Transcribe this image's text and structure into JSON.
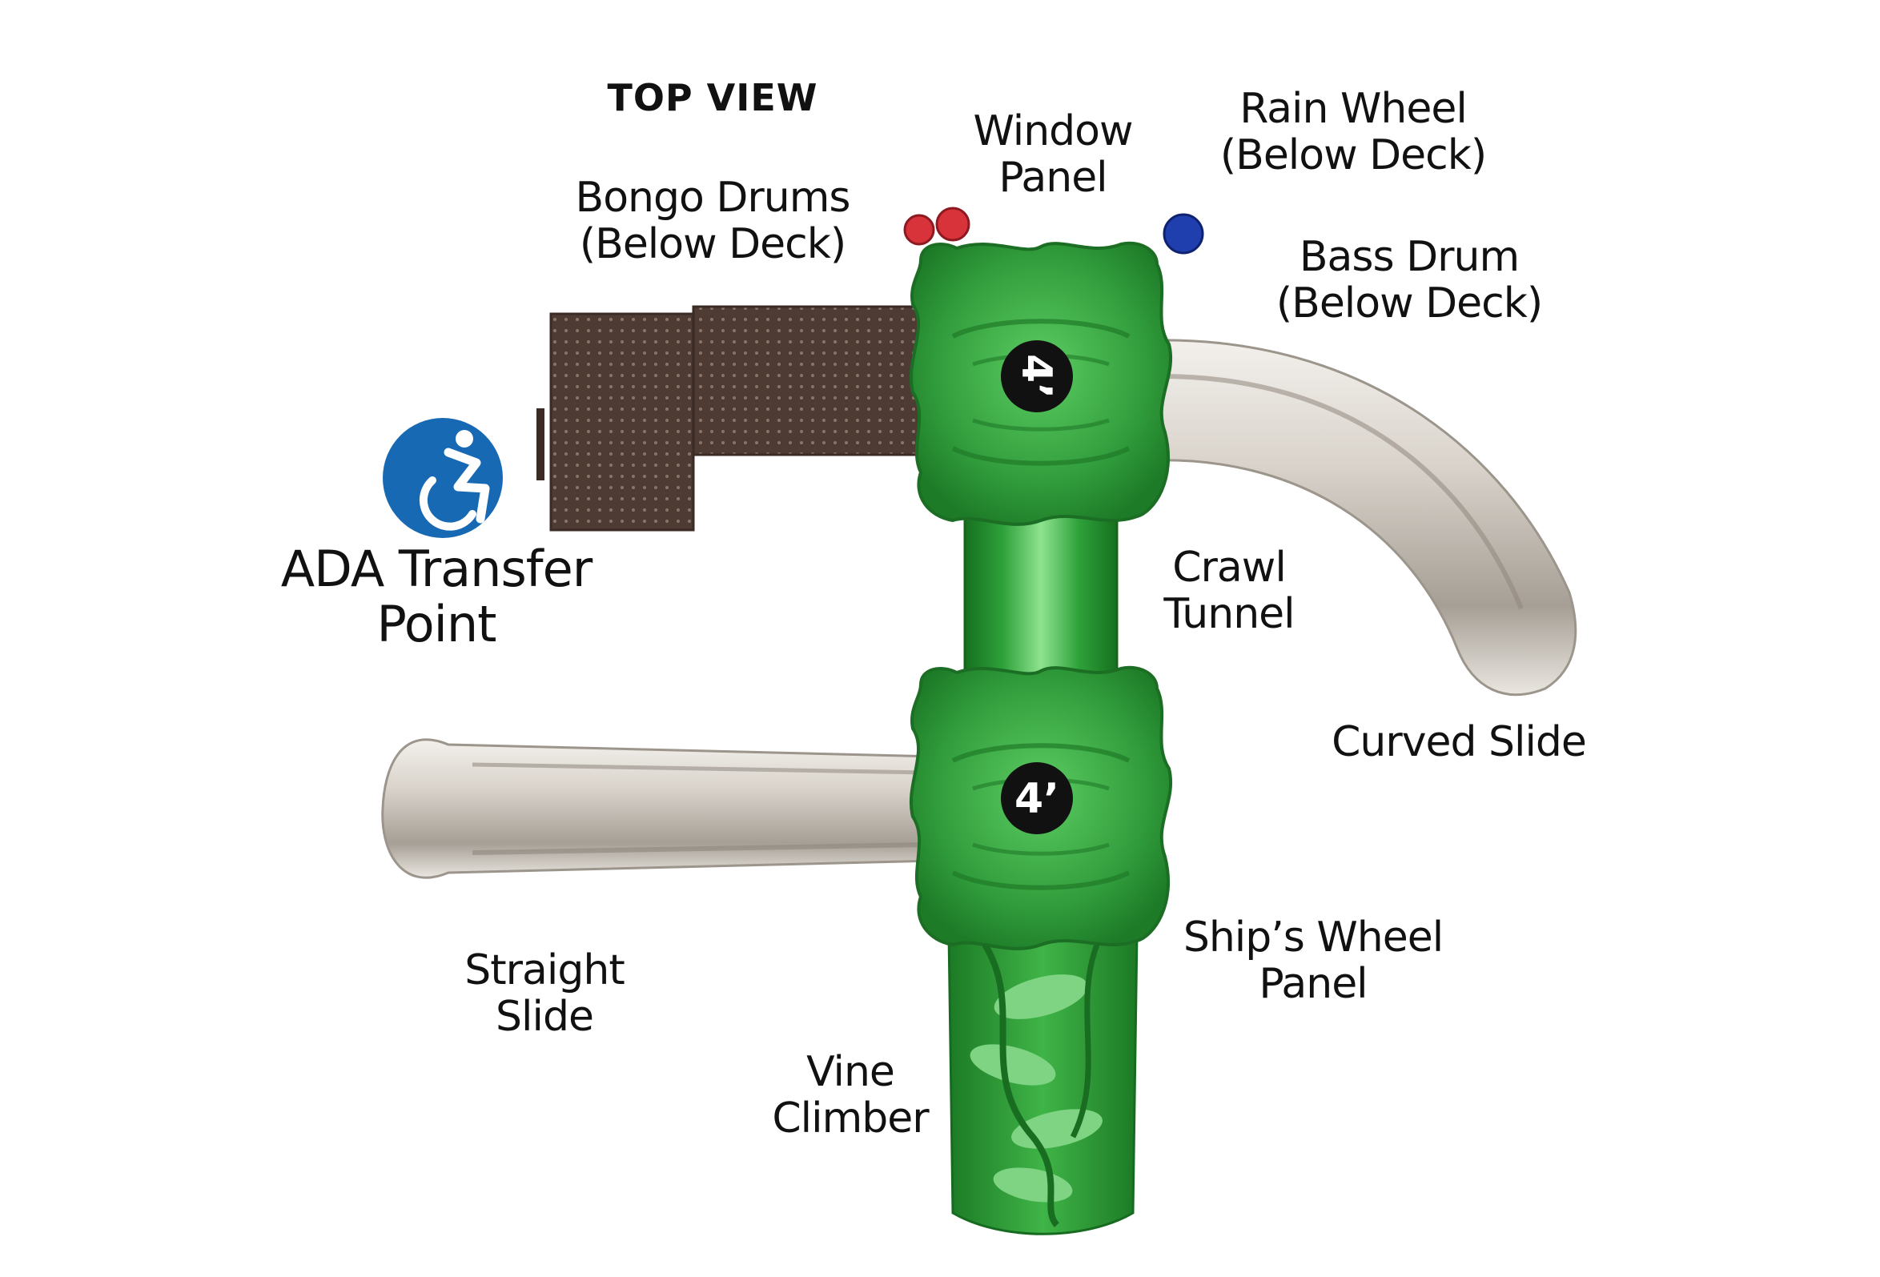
{
  "title": "TOP VIEW",
  "labels": {
    "bongo_drums": [
      "Bongo Drums",
      "(Below Deck)"
    ],
    "window_panel": [
      "Window",
      "Panel"
    ],
    "rain_wheel": [
      "Rain Wheel",
      "(Below Deck)"
    ],
    "bass_drum": [
      "Bass Drum",
      "(Below Deck)"
    ],
    "ada_transfer": [
      "ADA Transfer",
      "Point"
    ],
    "crawl_tunnel": [
      "Crawl",
      "Tunnel"
    ],
    "curved_slide": [
      "Curved Slide"
    ],
    "straight_slide": [
      "Straight",
      "Slide"
    ],
    "ships_wheel": [
      "Ship’s Wheel",
      "Panel"
    ],
    "vine_climber": [
      "Vine",
      "Climber"
    ]
  },
  "decks": [
    {
      "height": "4’"
    },
    {
      "height": "4’"
    }
  ],
  "icons": {
    "accessibility": "wheelchair-icon"
  },
  "colors": {
    "deck_green": "#2f9a3a",
    "deck_green_light": "#55c15c",
    "slide_gray": "#cfc9c1",
    "transfer_brown": "#4e3b33",
    "ada_blue": "#1769b3",
    "badge_black": "#111111",
    "knob_red": "#d8323a",
    "knob_blue": "#1f3fae"
  }
}
